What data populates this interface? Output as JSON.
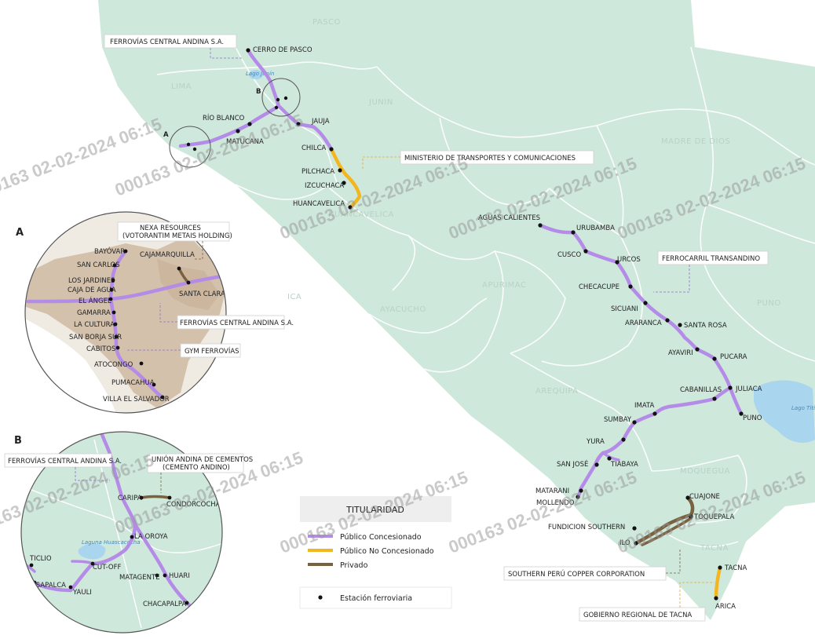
{
  "colors": {
    "land": "#cfe8dc",
    "border": "#ffffff",
    "sea": "#ffffff",
    "lake": "#a9d6ee",
    "concesionado": "#b48ce8",
    "no_concesionado": "#f3b61f",
    "privado": "#7a6140",
    "station": "#111111"
  },
  "regions": [
    "PASCO",
    "LIMA",
    "JUNIN",
    "HUANCAVELICA",
    "ICA",
    "AYACUCHO",
    "APURIMAC",
    "AREQUIPA",
    "MOQUEGUA",
    "TACNA",
    "PUNO",
    "MADRE DE DIOS"
  ],
  "lakes": {
    "titicaca": "Lago Titicaca",
    "junin": "Lago Junín",
    "huascacocha": "Laguna Huascacocha"
  },
  "stations": {
    "cerro_de_pasco": "CERRO DE PASCO",
    "rio_blanco": "RÍO BLANCO",
    "matucana": "MATUCANA",
    "jauja": "JAUJA",
    "chilca": "CHILCA",
    "pilchaca": "PILCHACA",
    "izcuchaca": "IZCUCHACA",
    "huancavelica": "HUANCAVELICA",
    "aguas_calientes": "AGUAS CALIENTES",
    "urubamba": "URUBAMBA",
    "cusco": "CUSCO",
    "urcos": "URCOS",
    "checacupe": "CHECACUPE",
    "sicuani": "SICUANI",
    "araranca": "ARARANCA",
    "santa_rosa": "SANTA ROSA",
    "ayaviri": "AYAVIRI",
    "pucara": "PUCARA",
    "juliaca": "JULIACA",
    "cabanillas": "CABANILLAS",
    "puno": "PUNO",
    "imata": "IMATA",
    "sumbay": "SUMBAY",
    "yura": "YURA",
    "tiabaya": "TIABAYA",
    "san_jose": "SAN JOSÉ",
    "matarani": "MATARANI",
    "mollendo": "MOLLENDO",
    "cuajone": "CUAJONE",
    "toquepala": "TOQUEPALA",
    "fundicion_southern": "FUNDICION SOUTHERN",
    "ilo": "ILO",
    "tacna": "TACNA",
    "arica": "ARICA"
  },
  "owners": {
    "fca_main": "FERROVÍAS CENTRAL ANDINA S.A.",
    "mtc": "MINISTERIO DE TRANSPORTES Y COMUNICACIONES",
    "fetransa": "FERROCARRIL TRANSANDINO",
    "southern": "SOUTHERN PERÚ COPPER CORPORATION",
    "tacna_gov": "GOBIERNO REGIONAL DE TACNA"
  },
  "inset_a": {
    "letter": "A",
    "stations": [
      "BAYÓVAR",
      "SAN CARLOS",
      "LOS JARDINES",
      "CAJA DE AGUA",
      "EL ÁNGEL",
      "GAMARRA",
      "LA CULTURA",
      "SAN BORJA SUR",
      "CABITOS",
      "ATOCONGO",
      "PUMACAHUA",
      "VILLA EL SALVADOR",
      "CAJAMARQUILLA",
      "SANTA CLARA"
    ],
    "owner_nexa_1": "NEXA RESOURCES",
    "owner_nexa_2": "(VOTORANTIM METAIS HOLDING)",
    "owner_fca": "FERROVÍAS CENTRAL ANDINA S.A.",
    "owner_gym": "GYM FERROVÍAS"
  },
  "inset_b": {
    "letter": "B",
    "stations": [
      "TICLIO",
      "CASAPALCA",
      "YAULI",
      "CUT-OFF",
      "LA OROYA",
      "CARIPA",
      "CONDORCOCHA",
      "MATAGENTE",
      "HUARI",
      "CHACAPALPA"
    ],
    "owner_fca": "FERROVÍAS CENTRAL ANDINA S.A.",
    "owner_unacem_1": "UNIÓN ANDINA DE CEMENTOS",
    "owner_unacem_2": "(CEMENTO ANDINO)"
  },
  "inset_markers": {
    "a": "A",
    "b": "B"
  },
  "legend": {
    "title": "TITULARIDAD",
    "concesionado": "Público Concesionado",
    "no_concesionado": "Público No Concesionado",
    "privado": "Privado",
    "station": "Estación ferroviaria"
  },
  "watermark": "000163 02-02-2024 06:15"
}
